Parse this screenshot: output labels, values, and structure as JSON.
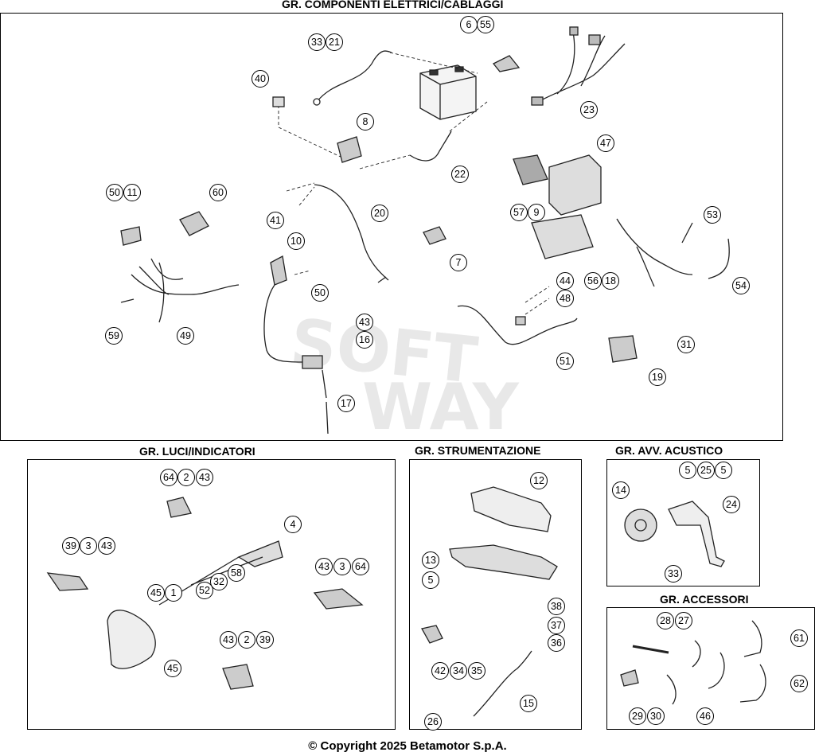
{
  "sections": {
    "electrical": "GR. COMPONENTI ELETTRICI/CABLAGGI",
    "lights": "GR. LUCI/INDICATORI",
    "instruments": "GR. STRUMENTAZIONE",
    "horn": "GR. AVV. ACUSTICO",
    "accessories": "GR. ACCESSORI"
  },
  "watermark": [
    "SOFT",
    "WAY"
  ],
  "copyright": "© Copyright 2025 Betamotor S.p.A.",
  "callouts": {
    "electrical": [
      "33",
      "21",
      "6",
      "55",
      "40",
      "23",
      "8",
      "22",
      "47",
      "50",
      "11",
      "60",
      "41",
      "20",
      "57",
      "9",
      "53",
      "10",
      "7",
      "56",
      "18",
      "54",
      "50",
      "44",
      "48",
      "59",
      "49",
      "43",
      "16",
      "31",
      "51",
      "19",
      "17"
    ],
    "lights": [
      "64",
      "2",
      "43",
      "4",
      "39",
      "3",
      "43",
      "58",
      "43",
      "3",
      "64",
      "45",
      "1",
      "52",
      "32",
      "45",
      "43",
      "2",
      "39"
    ],
    "instruments": [
      "12",
      "13",
      "5",
      "38",
      "37",
      "36",
      "42",
      "34",
      "35",
      "15",
      "26"
    ],
    "horn": [
      "5",
      "25",
      "5",
      "14",
      "24",
      "33"
    ],
    "accessories": [
      "28",
      "27",
      "61",
      "46",
      "62",
      "29",
      "30"
    ]
  }
}
